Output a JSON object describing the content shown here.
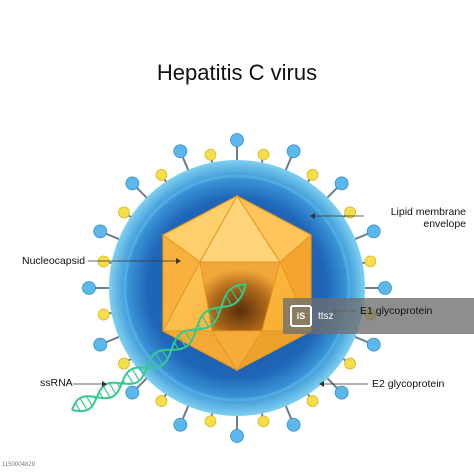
{
  "title": "Hepatitis C virus",
  "labels": {
    "lipid_line1": "Lipid membrane",
    "lipid_line2": "envelope",
    "nucleocapsid": "Nucleocapsid",
    "e1": "E1 glycoprotein",
    "ssrna": "ssRNA",
    "e2": "E2 glycoprotein"
  },
  "watermark": {
    "logo_text": "iS",
    "credit": "ttsz"
  },
  "stock_id": "1150004829",
  "colors": {
    "envelope_outer": "#5ab8e6",
    "envelope_inner": "#1d5fb4",
    "capsid_light": "#ffc04d",
    "capsid_dark": "#f09a1c",
    "e1_glycoprotein": "#f6dd4a",
    "e2_glycoprotein": "#5bb8ec",
    "stalk": "#6a7d8c",
    "rna": "#34c98f"
  }
}
